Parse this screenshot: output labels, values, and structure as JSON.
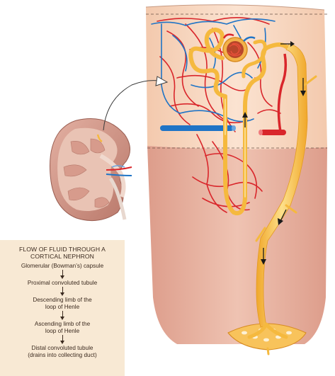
{
  "flow_panel": {
    "title_line1": "FLOW OF FLUID THROUGH A",
    "title_line2": "CORTICAL NEPHRON",
    "steps": [
      {
        "line1": "Glomerular (Bowman’s) capsule",
        "line2": ""
      },
      {
        "line1": "Proximal convoluted tubule",
        "line2": ""
      },
      {
        "line1": "Descending limb of the",
        "line2": "loop of Henle"
      },
      {
        "line1": "Ascending limb of the",
        "line2": "loop of Henle"
      },
      {
        "line1": "Distal convoluted tubule",
        "line2": "(drains into collecting duct)"
      }
    ]
  },
  "colors": {
    "tubule": "#f5b93e",
    "tubule_light": "#fcd97e",
    "artery": "#d9262b",
    "vein": "#1f74c6",
    "cortex": "#f9dcc6",
    "medulla": "#e6ad9c",
    "panel": "#f8e9d4",
    "kidney": "#c98a79"
  }
}
